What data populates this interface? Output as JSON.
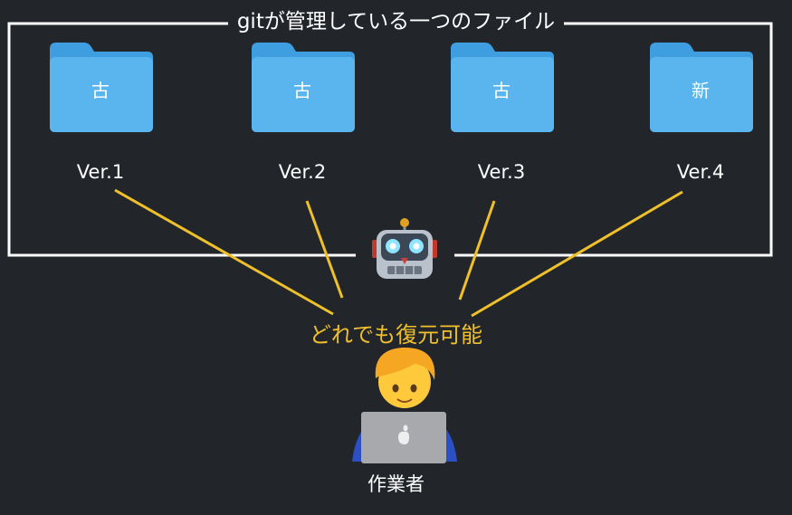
{
  "frame": {
    "title": "gitが管理している一つのファイル"
  },
  "versions": [
    {
      "label": "Ver.1",
      "folder_char": "古"
    },
    {
      "label": "Ver.2",
      "folder_char": "古"
    },
    {
      "label": "Ver.3",
      "folder_char": "古"
    },
    {
      "label": "Ver.4",
      "folder_char": "新"
    }
  ],
  "callout": "どれでも復元可能",
  "worker": {
    "label": "作業者"
  },
  "icons": {
    "folder": "folder-icon",
    "robot": "robot-icon",
    "worker": "technologist-icon",
    "laptop": "laptop-icon"
  },
  "colors": {
    "background": "#22262b",
    "frame": "#ffffff",
    "connector": "#f0c02a",
    "folder": "#5ab4ee",
    "callout": "#f0c02a"
  }
}
